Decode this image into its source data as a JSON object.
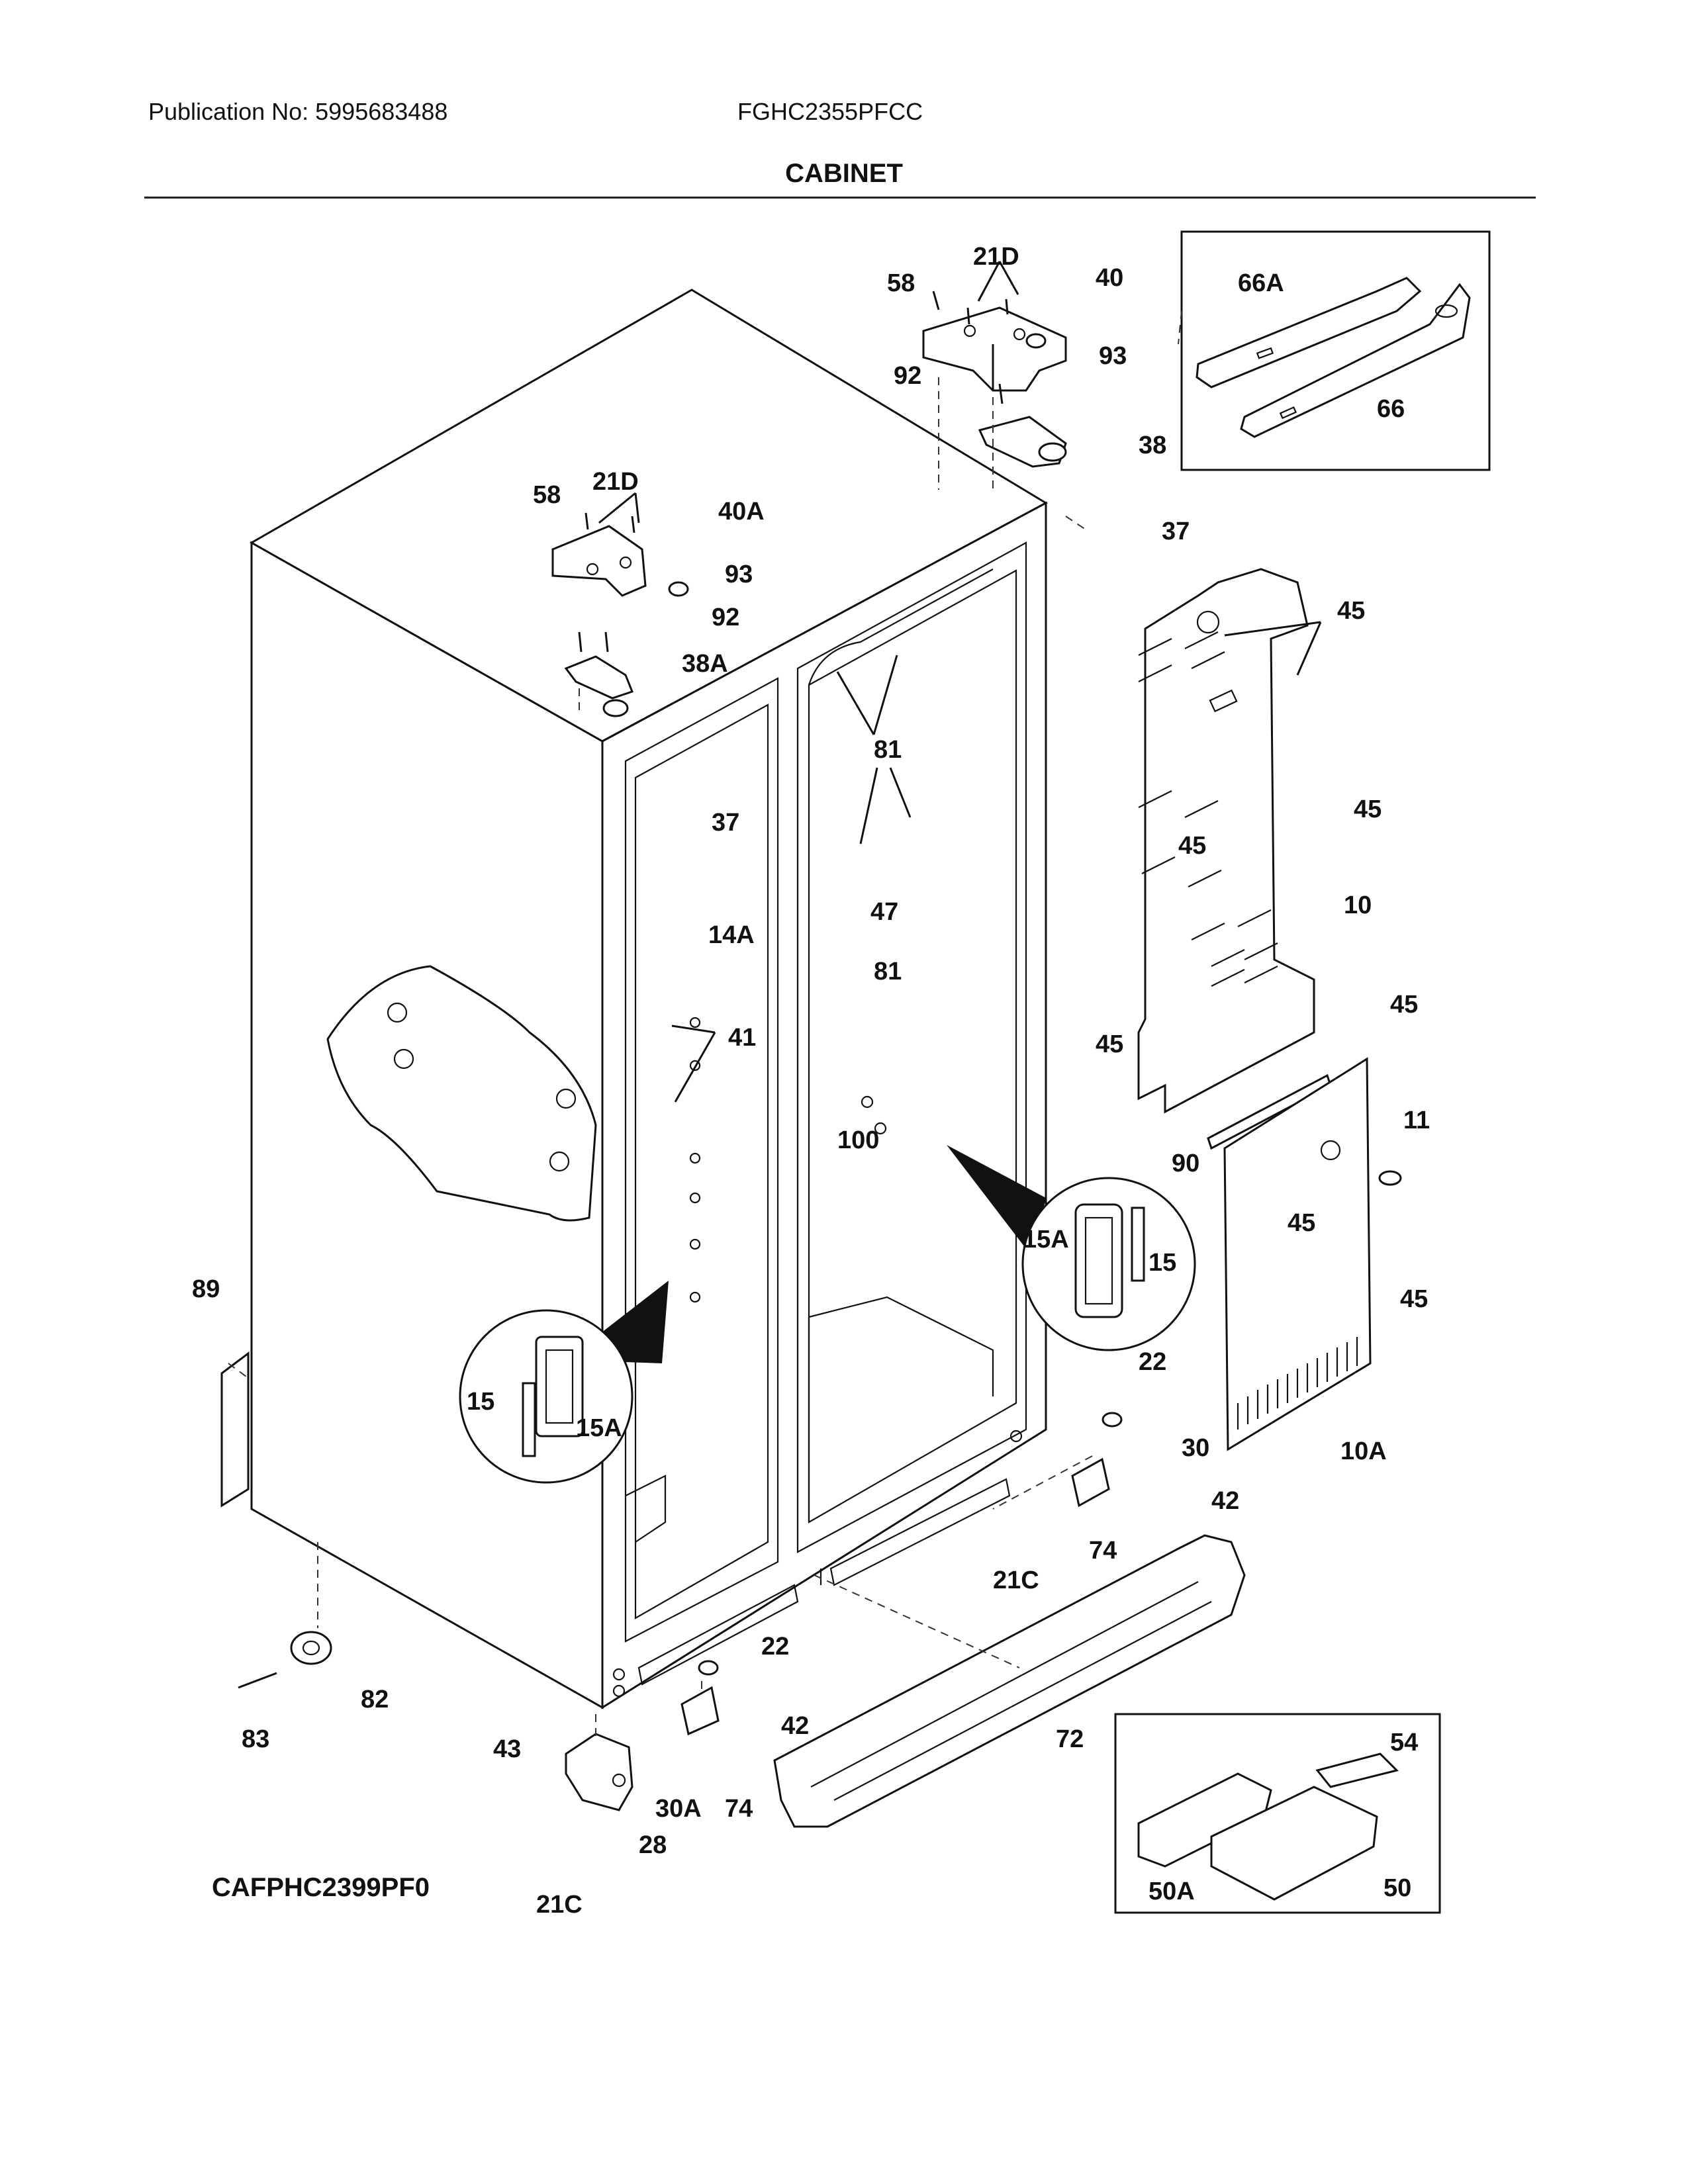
{
  "header": {
    "publication": "Publication No: 5995683488",
    "model": "FGHC2355PFCC",
    "section_title": "CABINET"
  },
  "catalog_code": "CAFPHC2399PF0",
  "callouts": {
    "c58a": "58",
    "c21Da": "21D",
    "c40": "40",
    "c93a": "93",
    "c92a": "92",
    "c38": "38",
    "c37a": "37",
    "c66A": "66A",
    "c66": "66",
    "c58b": "58",
    "c21Db": "21D",
    "c40A": "40A",
    "c93b": "93",
    "c92b": "92",
    "c38A": "38A",
    "c37b": "37",
    "c81a": "81",
    "c14A": "14A",
    "c47": "47",
    "c81b": "81",
    "c41": "41",
    "c100": "100",
    "c45a": "45",
    "c45b": "45",
    "c45c": "45",
    "c10": "10",
    "c45d": "45",
    "c45e": "45",
    "c11": "11",
    "c90": "90",
    "c45f": "45",
    "c45g": "45",
    "c15Aa": "15A",
    "c15a": "15",
    "c10A": "10A",
    "c89": "89",
    "c15b": "15",
    "c15Ab": "15A",
    "c22a": "22",
    "c30": "30",
    "c42a": "42",
    "c74a": "74",
    "c21Ca": "21C",
    "c22b": "22",
    "c42b": "42",
    "c72": "72",
    "c82": "82",
    "c83": "83",
    "c43": "43",
    "c30A": "30A",
    "c74b": "74",
    "c28": "28",
    "c21Cb": "21C",
    "c54": "54",
    "c50A": "50A",
    "c50": "50"
  }
}
